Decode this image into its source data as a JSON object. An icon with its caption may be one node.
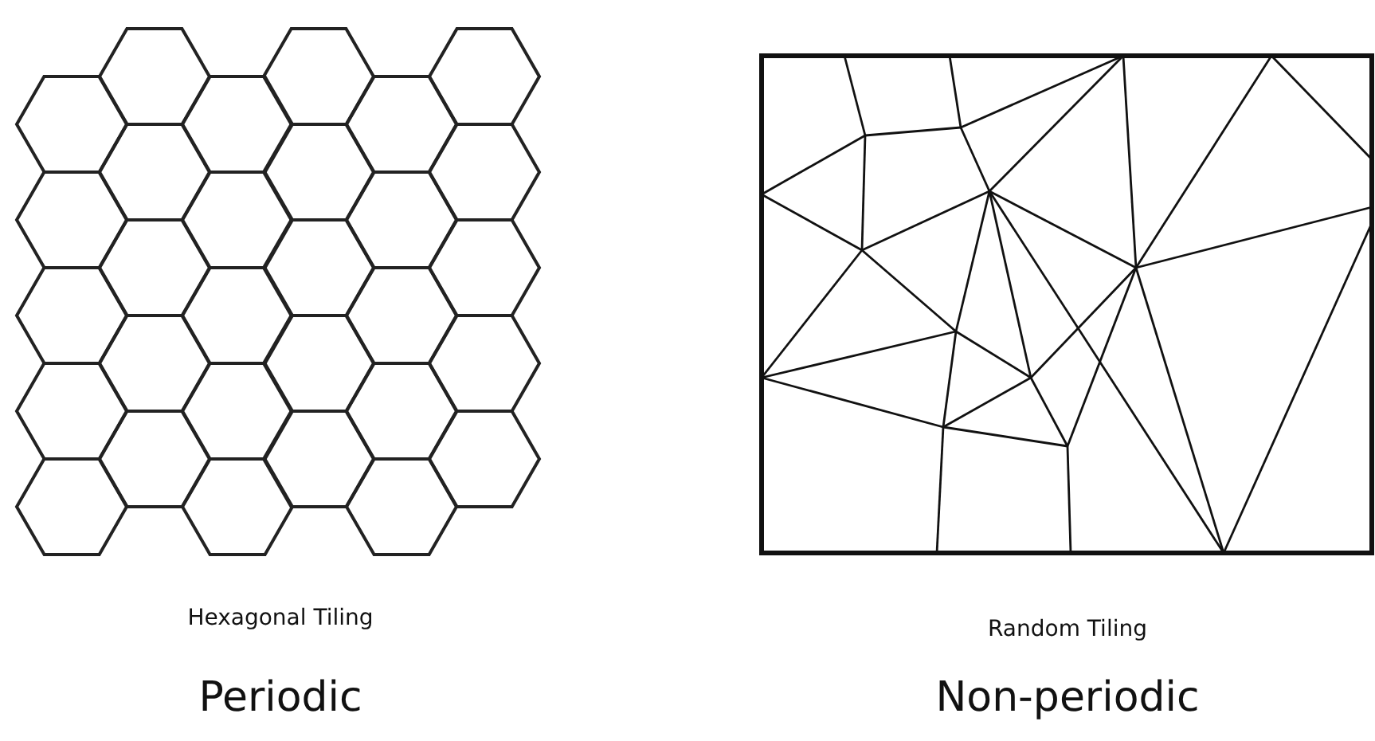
{
  "diagram": {
    "labels": [
      "Hexagonal Tiling",
      "Random Tiling",
      "Periodic",
      "Non-periodic"
    ]
  }
}
